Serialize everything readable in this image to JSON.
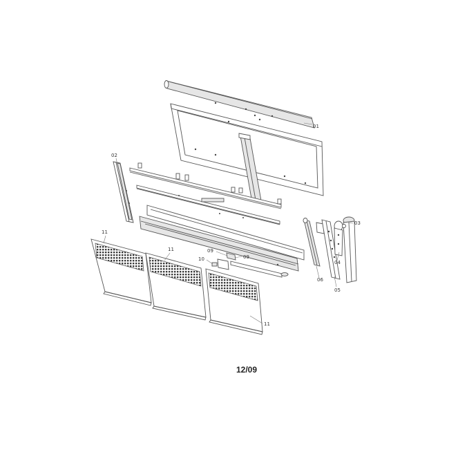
{
  "callouts": {
    "part_01": "01",
    "part_02": "02",
    "part_03": "03",
    "part_04": "04",
    "part_05": "05",
    "part_06": "06",
    "part_09_a": "09",
    "part_09_b": "09",
    "part_10": "10",
    "part_11_a": "11",
    "part_11_b": "11",
    "part_11_c": "11"
  },
  "footer": {
    "date_code": "12/09"
  },
  "colors": {
    "line": "#555555",
    "grille": "#4a4a4a",
    "background": "#ffffff"
  }
}
